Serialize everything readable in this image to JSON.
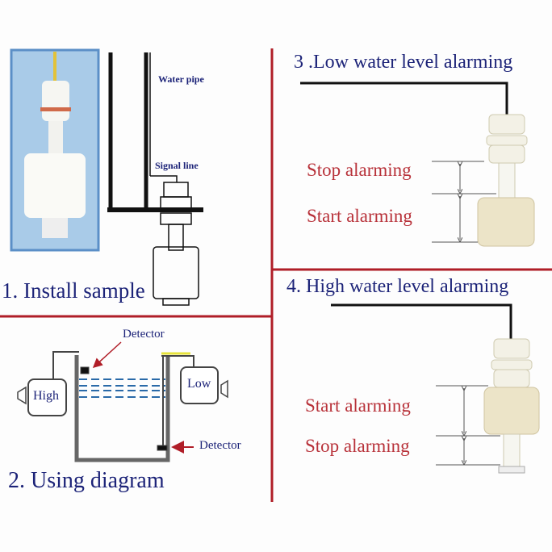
{
  "panel1": {
    "title": "1. Install sample",
    "water_pipe": "Water pipe",
    "signal_line": "Signal line"
  },
  "panel2": {
    "title": "2. Using  diagram",
    "detector_top": "Detector",
    "detector_bottom": "Detector",
    "high": "High",
    "low": "Low"
  },
  "panel3": {
    "title": "3 .Low water level alarming",
    "stop": "Stop alarming",
    "start": "Start alarming"
  },
  "panel4": {
    "title": "4. High water level alarming",
    "start": "Start alarming",
    "stop": "Stop alarming"
  },
  "colors": {
    "text": "#1c2378",
    "alarm": "#b8323a",
    "divider": "#b01e28",
    "float": "#ece4c8"
  }
}
